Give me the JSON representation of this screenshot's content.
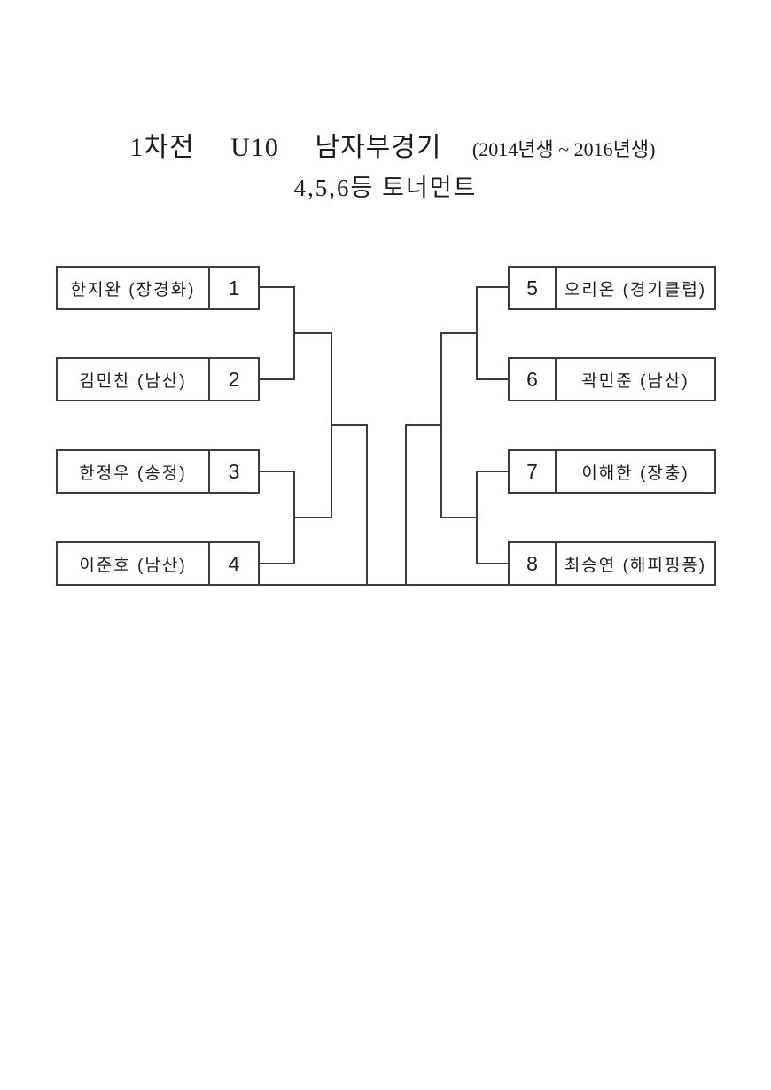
{
  "title": {
    "round": "1차전",
    "division": "U10",
    "category": "남자부경기",
    "age_range": "(2014년생 ~ 2016년생)",
    "subtitle": "4,5,6등 토너먼트"
  },
  "bracket": {
    "left": [
      {
        "seed": "1",
        "name": "한지완 (장경화)"
      },
      {
        "seed": "2",
        "name": "김민찬 (남산)"
      },
      {
        "seed": "3",
        "name": "한정우 (송정)"
      },
      {
        "seed": "4",
        "name": "이준호 (남산)"
      }
    ],
    "right": [
      {
        "seed": "5",
        "name": "오리온 (경기클럽)"
      },
      {
        "seed": "6",
        "name": "곽민준 (남산)"
      },
      {
        "seed": "7",
        "name": "이해한 (장충)"
      },
      {
        "seed": "8",
        "name": "최승연 (해피핑퐁)"
      }
    ]
  },
  "colors": {
    "line": "#3d3d3d",
    "text": "#1c1c1c",
    "background": "#ffffff"
  }
}
